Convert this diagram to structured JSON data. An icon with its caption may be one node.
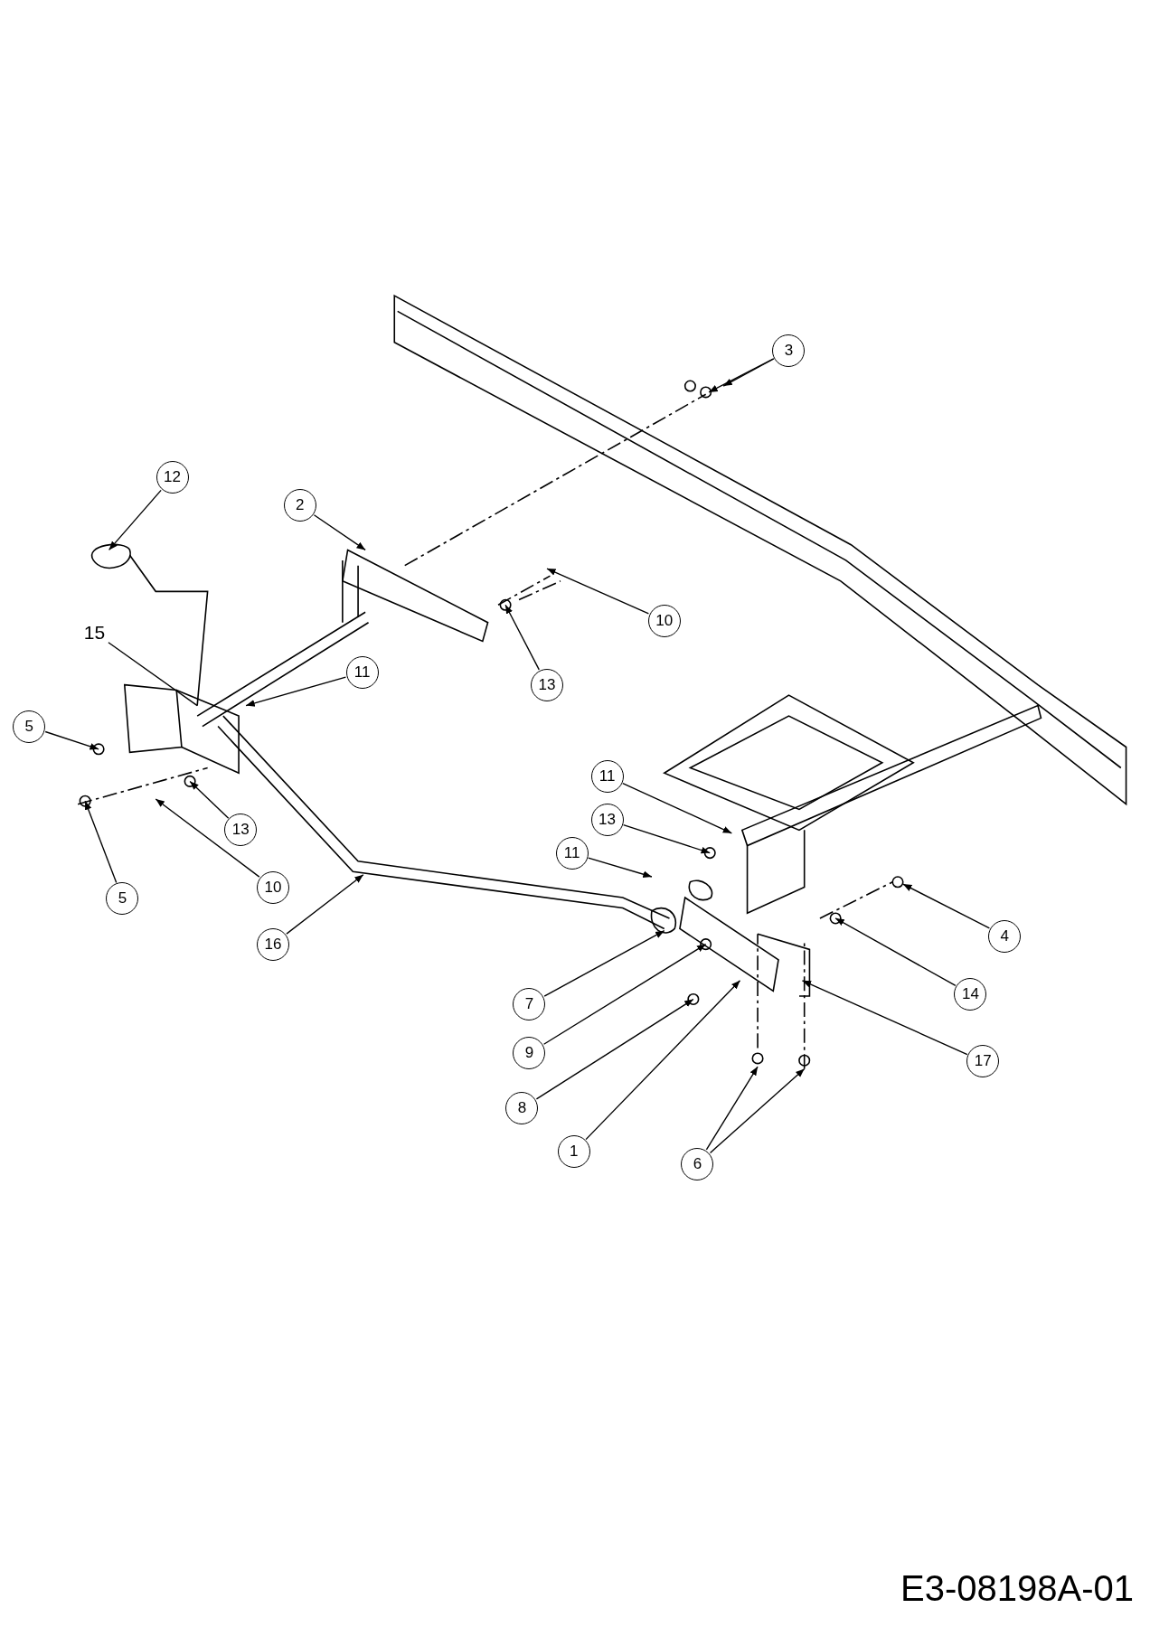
{
  "diagram": {
    "nodes": [
      {
        "text": [
          "3"
        ]
      },
      {
        "text": [
          "12"
        ]
      },
      {
        "text": [
          "2"
        ]
      },
      {
        "text": [
          "10"
        ]
      },
      {
        "text": [
          "15"
        ]
      },
      {
        "text": [
          "11"
        ]
      },
      {
        "text": [
          "13"
        ]
      },
      {
        "text": [
          "5"
        ]
      },
      {
        "text": [
          "11"
        ]
      },
      {
        "text": [
          "13"
        ]
      },
      {
        "text": [
          "13"
        ]
      },
      {
        "text": [
          "11"
        ]
      },
      {
        "text": [
          "10"
        ]
      },
      {
        "text": [
          "5"
        ]
      },
      {
        "text": [
          "4"
        ]
      },
      {
        "text": [
          "16"
        ]
      },
      {
        "text": [
          "14"
        ]
      },
      {
        "text": [
          "7"
        ]
      },
      {
        "text": [
          "9"
        ]
      },
      {
        "text": [
          "17"
        ]
      },
      {
        "text": [
          "8"
        ]
      },
      {
        "text": [
          "1"
        ]
      },
      {
        "text": [
          "6"
        ]
      }
    ],
    "edges": [
      {
        "from": 0,
        "to": null,
        "arrow": "to"
      },
      {
        "from": 0,
        "to": null,
        "arrow": "to"
      },
      {
        "from": 1,
        "to": null,
        "arrow": "to"
      },
      {
        "from": 2,
        "to": null,
        "arrow": "to"
      },
      {
        "from": 3,
        "to": null,
        "arrow": "to"
      },
      {
        "from": 4,
        "to": null,
        "arrow": "none"
      },
      {
        "from": 5,
        "to": null,
        "arrow": "to"
      },
      {
        "from": 6,
        "to": null,
        "arrow": "to"
      },
      {
        "from": 7,
        "to": null,
        "arrow": "to"
      },
      {
        "from": 8,
        "to": null,
        "arrow": "to"
      },
      {
        "from": 9,
        "to": null,
        "arrow": "to"
      },
      {
        "from": 10,
        "to": null,
        "arrow": "to"
      },
      {
        "from": 11,
        "to": null,
        "arrow": "to"
      },
      {
        "from": 12,
        "to": null,
        "arrow": "to"
      },
      {
        "from": 13,
        "to": null,
        "arrow": "to"
      },
      {
        "from": 14,
        "to": null,
        "arrow": "to"
      },
      {
        "from": 15,
        "to": null,
        "arrow": "to"
      },
      {
        "from": 16,
        "to": null,
        "arrow": "to"
      },
      {
        "from": 17,
        "to": null,
        "arrow": "to"
      },
      {
        "from": 18,
        "to": null,
        "arrow": "to"
      },
      {
        "from": 19,
        "to": null,
        "arrow": "to"
      },
      {
        "from": 20,
        "to": null,
        "arrow": "to"
      },
      {
        "from": 21,
        "to": null,
        "arrow": "to"
      },
      {
        "from": 22,
        "to": null,
        "arrow": "to"
      },
      {
        "from": 22,
        "to": null,
        "arrow": "to"
      }
    ],
    "labels": [
      "E3-08198A-01"
    ]
  }
}
